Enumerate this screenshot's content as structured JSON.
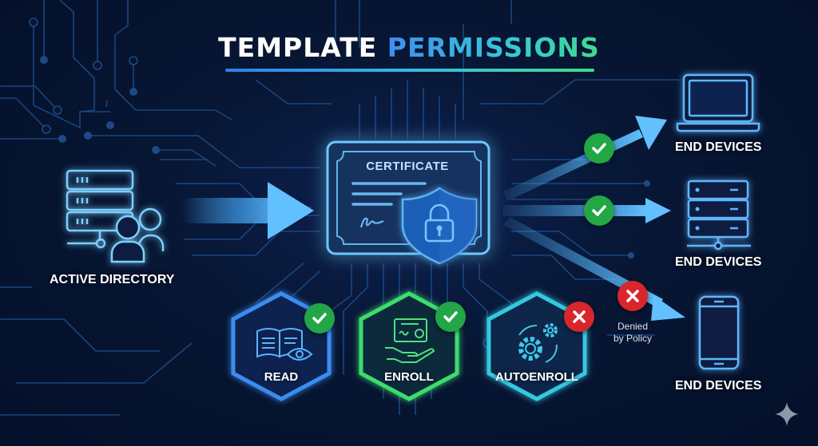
{
  "title": {
    "word1": "TEMPLATE",
    "word2": "PERMISSIONS"
  },
  "source": {
    "label": "ACTIVE DIRECTORY",
    "icon": "server-users-icon"
  },
  "certificate": {
    "label": "CERTIFICATE",
    "icon": "shield-lock-icon"
  },
  "permissions": [
    {
      "label": "READ",
      "icon": "book-eye-icon",
      "status": "allowed",
      "color": "#3a8cf0"
    },
    {
      "label": "ENROLL",
      "icon": "certificate-hand-icon",
      "status": "allowed",
      "color": "#3ddc6c"
    },
    {
      "label": "AUTOENROLL",
      "icon": "gears-cycle-icon",
      "status": "denied",
      "color": "#36c8e0"
    }
  ],
  "devices": [
    {
      "label": "END DEVICES",
      "icon": "laptop-icon",
      "status": "allowed"
    },
    {
      "label": "END DEVICES",
      "icon": "server-icon",
      "status": "allowed"
    },
    {
      "label": "END DEVICES",
      "icon": "phone-icon",
      "status": "denied",
      "note_line1": "Denied",
      "note_line2": "by Policy"
    }
  ],
  "colors": {
    "allowed": "#22a646",
    "denied": "#d9252c",
    "accent": "#4fb4ff",
    "background": "#071633"
  }
}
